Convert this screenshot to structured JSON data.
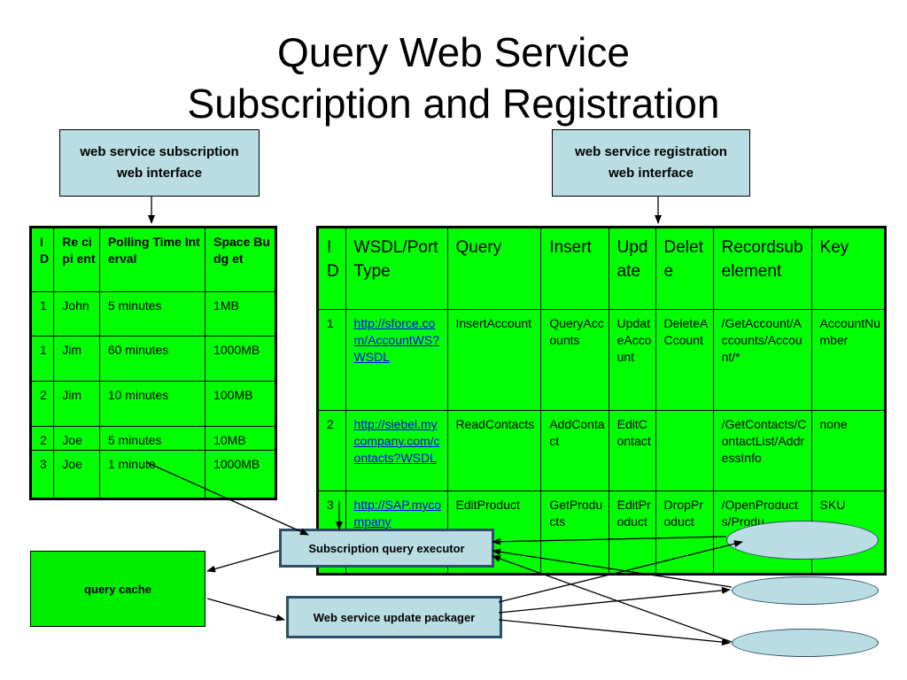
{
  "title": {
    "line1": "Query Web Service",
    "line2": "Subscription and Registration"
  },
  "subscription_interface": {
    "line1": "web service subscription",
    "line2": "web interface"
  },
  "registration_interface": {
    "line1": "web service registration",
    "line2": "web interface"
  },
  "subscription_table": {
    "headers": [
      "I D",
      "Re cipi ent",
      "Polling Time Interval",
      "Space Budg et"
    ],
    "rows": [
      [
        "1",
        "John",
        "5 minutes",
        "1MB"
      ],
      [
        "1",
        "Jim",
        "60 minutes",
        "1000MB"
      ],
      [
        "2",
        "Jim",
        "10 minutes",
        "100MB"
      ],
      [
        "2",
        "Joe",
        "5 minutes",
        "10MB"
      ],
      [
        "3",
        "Joe",
        "1 minute",
        "1000MB"
      ]
    ]
  },
  "registration_table": {
    "headers": [
      "ID",
      "WSDL/PortType",
      "Query",
      "Insert",
      "Update",
      "Delete",
      "Recordsubelement",
      "Key"
    ],
    "rows": [
      [
        "1",
        "http://sforce.com/AccountWS?WSDL",
        "InsertAccount",
        "QueryAccounts",
        "UpdateAccount",
        "DeleteACcount",
        "/GetAccount/Accounts/Account/*",
        "AccountNumber"
      ],
      [
        "2",
        "http://siebel.mycompany.com/contacts?WSDL",
        "ReadContacts",
        "AddContact",
        "EditContact",
        "",
        "/GetContacts/ContactList/AddressInfo",
        "none"
      ],
      [
        "3",
        "http://SAP.mycompany",
        "EditProduct",
        "GetProducts",
        "EditProduct",
        "DropProduct",
        "/OpenProducts/Produ",
        "SKU"
      ]
    ]
  },
  "query_cache": "query cache",
  "subscription_query_executor": "Subscription query executor",
  "web_service_update_packager": "Web service update packager",
  "colors": {
    "table_fill": "#00ff00",
    "box_fill": "#b9dde3",
    "box_border": "#2e4e6a",
    "link": "#0000ff"
  }
}
